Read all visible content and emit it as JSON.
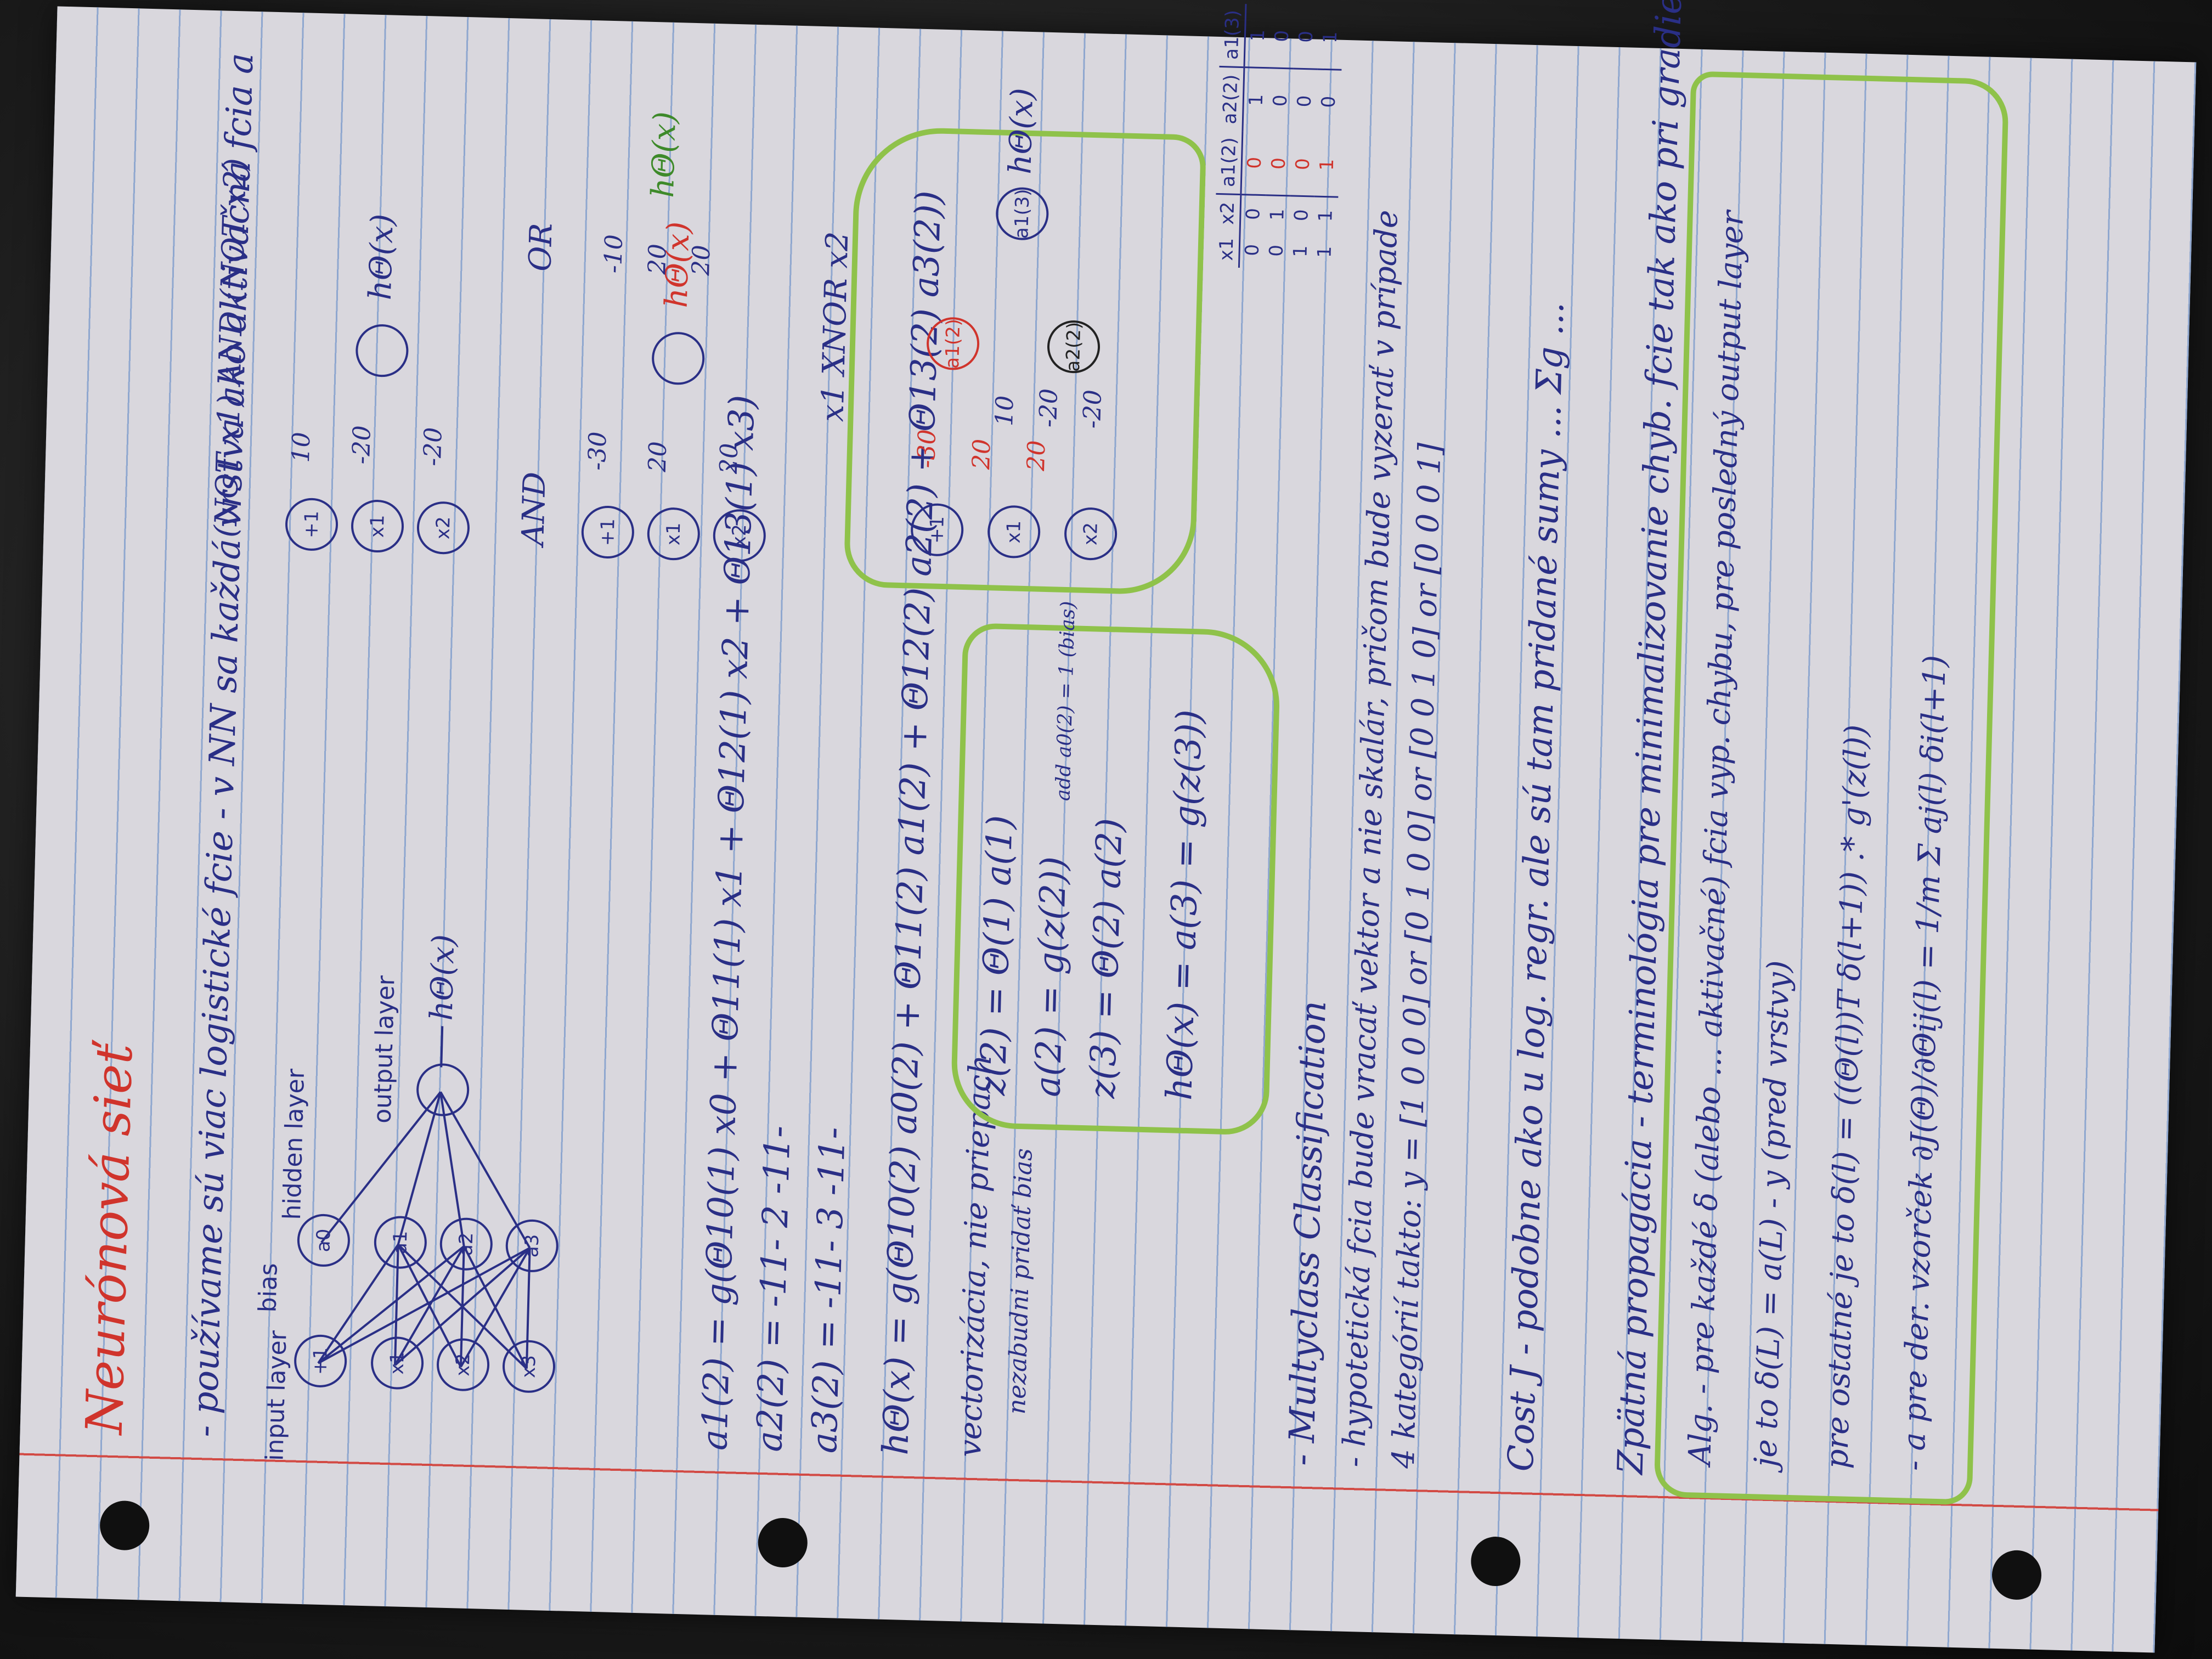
{
  "title": "Neurónová sieť",
  "colors": {
    "paper": "#d9d7dd",
    "ink_blue": "#2a2f86",
    "ink_red": "#d0342c",
    "highlight_green": "#3e8a2a",
    "margin": "#d24a44"
  },
  "intro": "- používame sú viac logistické fcie - v NN sa každá vrstva ako aktivačná fcia a",
  "network": {
    "input_label": "input layer",
    "bias_label": "bias",
    "hidden_label": "hidden layer",
    "output_label": "output layer",
    "inputs": [
      "+1",
      "x1",
      "x2",
      "x3"
    ],
    "hidden": [
      "a0",
      "a1",
      "a2",
      "a3"
    ],
    "output": "hΘ(x)"
  },
  "equations": [
    "a1(2) = g(Θ10(1) x0 + Θ11(1) x1 + Θ12(1) x2 + Θ13(1) x3)",
    "a2(2) = -11- 2 -11-",
    "a3(2) = -11- 3 -11-",
    "hΘ(x) = g(Θ10(2) a0(2) + Θ11(2) a1(2) + Θ12(2) a2(2) + Θ13(2) a3(2))"
  ],
  "vectorized": {
    "label": "vectorizácia, nie priepach",
    "bias_note": "nezabudni pridať bias",
    "z2": "z(2) = Θ(1) a(1)",
    "a2": "a(2) = g(z(2))",
    "add_note": "add a0(2) = 1 (bias)",
    "z3": "z(3) = Θ(2) a(2)",
    "h": "hΘ(x) = a(3) = g(z(3))"
  },
  "gates": {
    "and_label": "AND",
    "or_label": "OR",
    "nor_label": "(NOT x1) AND (NOT x2)",
    "xnor_label": "x1 XNOR x2",
    "and_weights": [
      "-30",
      "20",
      "20"
    ],
    "or_weights": [
      "-10",
      "20",
      "20"
    ],
    "nor_weights": [
      "10",
      "-20",
      "-20"
    ],
    "xnor_w_red": [
      "-30",
      "20",
      "20"
    ],
    "xnor_w_blk": [
      "10",
      "-20",
      "-20"
    ],
    "output_red": "hΘ(x)",
    "output": "hΘ(x)",
    "hidden_nodes": [
      "a1(2)",
      "a2(2)",
      "a1(3)"
    ]
  },
  "truth_table": {
    "headers": [
      "x1",
      "x2",
      "a1(2)",
      "a2(2)",
      "a1(3)"
    ],
    "rows": [
      [
        "0",
        "0",
        "0",
        "1",
        "1"
      ],
      [
        "0",
        "1",
        "0",
        "0",
        "0"
      ],
      [
        "1",
        "0",
        "0",
        "0",
        "0"
      ],
      [
        "1",
        "1",
        "1",
        "0",
        "1"
      ]
    ]
  },
  "multiclass": {
    "heading": "- Multyclass Classification",
    "line1": "- hypotetická fcia bude vracať vektor a nie skalár, pričom bude vyzerať v prípade",
    "line2": "4 kategórií takto: y = [1 0 0 0] or [0 1 0 0] or [0 0 1 0] or [0 0 0 1]"
  },
  "cost": "Cost J - podobne ako u log. regr. ale sú tam pridané sumy ... Σg ...",
  "backprop": {
    "heading": "Zpätná propagácia - terminológia pre minimalizovanie chyb. fcie tak ako pri gradient desc.",
    "line1": "Alg. - pre každé δ (alebo ... aktivačné) fcia vyp. chybu, pre posledný output layer",
    "line2": "je to δ(L) = a(L) - y  (pred vrstvy)",
    "line3": "pre ostatné je to δ(l) = ((Θ(l))T δ(l+1)) .* g'(z(l))",
    "line4": "- a pre der. vzorček ∂J(Θ)/∂Θij(l) = 1/m Σ aj(l) δi(l+1)"
  }
}
